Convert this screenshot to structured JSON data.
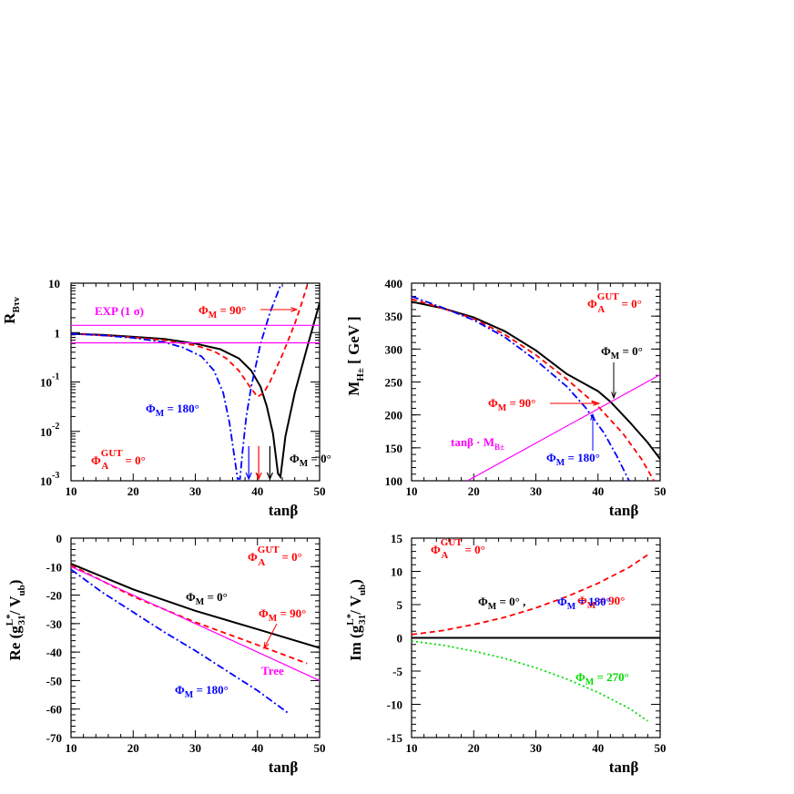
{
  "chart_data": [
    {
      "id": "rbtau",
      "type": "line",
      "ylabel": "R_Bτν",
      "xlabel": "tanβ",
      "xlim": [
        10,
        50
      ],
      "ylim": [
        0.001,
        10
      ],
      "yscale": "log",
      "x_ticks": [
        "10",
        "20",
        "30",
        "40",
        "50"
      ],
      "y_ticks": [
        "10",
        "1",
        "10^-1",
        "10^-2",
        "10^-3"
      ],
      "series": [
        {
          "name": "ΦM = 0°",
          "style": "solid",
          "color": "#000000",
          "x": [
            10,
            15,
            20,
            25,
            30,
            34,
            37,
            39,
            40.5,
            41.5,
            42.5,
            43.3,
            43.7,
            44.5,
            46,
            48,
            50
          ],
          "y": [
            0.95,
            0.9,
            0.82,
            0.74,
            0.6,
            0.46,
            0.3,
            0.17,
            0.08,
            0.032,
            0.009,
            0.0014,
            0.0012,
            0.008,
            0.06,
            0.5,
            4
          ]
        },
        {
          "name": "ΦM = 90°",
          "style": "dashed",
          "color": "#ff0000",
          "x": [
            10,
            15,
            20,
            25,
            30,
            33,
            35,
            37,
            38.5,
            40,
            41,
            42,
            44,
            46,
            47,
            48
          ],
          "y": [
            0.95,
            0.88,
            0.8,
            0.7,
            0.55,
            0.42,
            0.3,
            0.17,
            0.09,
            0.05,
            0.06,
            0.1,
            0.35,
            1.5,
            3.5,
            9
          ]
        },
        {
          "name": "ΦM = 180°",
          "style": "dashdot",
          "color": "#0000ff",
          "x": [
            10,
            15,
            20,
            25,
            28,
            31,
            33,
            34.5,
            35.5,
            36.3,
            36.8,
            37.2,
            37.6,
            38.2,
            39,
            40.5,
            42,
            43.7
          ],
          "y": [
            0.95,
            0.88,
            0.78,
            0.64,
            0.5,
            0.33,
            0.17,
            0.06,
            0.015,
            0.003,
            0.0011,
            0.0011,
            0.004,
            0.02,
            0.08,
            0.6,
            2.5,
            9
          ]
        },
        {
          "name": "EXP upper",
          "style": "solid",
          "color": "#ff00ff",
          "x": [
            10,
            50
          ],
          "y": [
            1.4,
            1.4
          ]
        },
        {
          "name": "EXP lower",
          "style": "solid",
          "color": "#ff00ff",
          "x": [
            10,
            50
          ],
          "y": [
            0.62,
            0.62
          ]
        }
      ],
      "annotations": [
        {
          "text": "EXP (1 σ)",
          "color": "#ff00ff"
        },
        {
          "text": "ΦM = 90°",
          "color": "#ff0000"
        },
        {
          "text": "ΦM = 180°",
          "color": "#0000ff"
        },
        {
          "text": "ΦM = 0°",
          "color": "#000000"
        },
        {
          "text": "ΦA = 0°",
          "sup": "GUT",
          "color": "#ff0000"
        }
      ],
      "markers": [
        {
          "x": 38.6,
          "color": "#0000ff"
        },
        {
          "x": 40.2,
          "color": "#ff0000"
        },
        {
          "x": 42.0,
          "color": "#000000"
        }
      ]
    },
    {
      "id": "mhpm",
      "type": "line",
      "ylabel": "MH± [ GeV ]",
      "xlabel": "tanβ",
      "xlim": [
        10,
        50
      ],
      "ylim": [
        100,
        400
      ],
      "x_ticks": [
        "10",
        "20",
        "30",
        "40",
        "50"
      ],
      "y_ticks": [
        "100",
        "150",
        "200",
        "250",
        "300",
        "350",
        "400"
      ],
      "series": [
        {
          "name": "ΦM = 0°",
          "style": "solid",
          "color": "#000000",
          "x": [
            10,
            15,
            20,
            25,
            30,
            35,
            40,
            42,
            45,
            48,
            50
          ],
          "y": [
            372,
            362,
            348,
            327,
            298,
            262,
            236,
            220,
            190,
            158,
            133
          ]
        },
        {
          "name": "ΦM = 90°",
          "style": "dashed",
          "color": "#ff0000",
          "x": [
            10,
            15,
            20,
            25,
            30,
            35,
            40,
            44,
            47,
            49
          ],
          "y": [
            376,
            362,
            346,
            322,
            291,
            254,
            213,
            172,
            133,
            100
          ]
        },
        {
          "name": "ΦM = 180°",
          "style": "dashdot",
          "color": "#0000ff",
          "x": [
            10,
            15,
            20,
            25,
            30,
            35,
            38,
            41,
            43,
            45
          ],
          "y": [
            380,
            363,
            344,
            318,
            283,
            243,
            211,
            172,
            138,
            100
          ]
        },
        {
          "name": "tanβ · MB±",
          "style": "solid",
          "color": "#ff00ff",
          "x": [
            19,
            50
          ],
          "y": [
            100,
            261
          ]
        }
      ],
      "annotations": [
        {
          "text": "ΦA = 0°",
          "sup": "GUT",
          "color": "#ff0000"
        },
        {
          "text": "ΦM = 0°",
          "color": "#000000"
        },
        {
          "text": "ΦM = 90°",
          "color": "#ff0000"
        },
        {
          "text": "tanβ · MB±",
          "color": "#ff00ff"
        },
        {
          "text": "ΦM = 180°",
          "color": "#0000ff"
        }
      ]
    },
    {
      "id": "reg31",
      "type": "line",
      "ylabel": "Re (gL*31/ Vub)",
      "xlabel": "tanβ",
      "xlim": [
        10,
        50
      ],
      "ylim": [
        -70,
        0
      ],
      "x_ticks": [
        "10",
        "20",
        "30",
        "40",
        "50"
      ],
      "y_ticks": [
        "0",
        "-10",
        "-20",
        "-30",
        "-40",
        "-50",
        "-60",
        "-70"
      ],
      "series": [
        {
          "name": "ΦM = 0°",
          "style": "solid",
          "color": "#000000",
          "x": [
            10,
            20,
            30,
            40,
            50
          ],
          "y": [
            -9,
            -18,
            -25.5,
            -32,
            -38.5
          ]
        },
        {
          "name": "ΦM = 90°",
          "style": "dashed",
          "color": "#ff0000",
          "x": [
            10,
            20,
            30,
            40,
            48
          ],
          "y": [
            -9.5,
            -20.5,
            -29.5,
            -37.5,
            -44
          ]
        },
        {
          "name": "ΦM = 180°",
          "style": "dashdot",
          "color": "#0000ff",
          "x": [
            10,
            15,
            20,
            25,
            30,
            35,
            40,
            45
          ],
          "y": [
            -11,
            -19,
            -26,
            -33,
            -39.5,
            -46.5,
            -53.5,
            -61.5
          ]
        },
        {
          "name": "Tree",
          "style": "solid",
          "color": "#ff00ff",
          "x": [
            10,
            50
          ],
          "y": [
            -10,
            -50
          ]
        }
      ],
      "annotations": [
        {
          "text": "ΦA = 0°",
          "sup": "GUT",
          "color": "#ff0000"
        },
        {
          "text": "ΦM = 0°",
          "color": "#000000"
        },
        {
          "text": "ΦM = 90°",
          "color": "#ff0000"
        },
        {
          "text": "Tree",
          "color": "#ff00ff"
        },
        {
          "text": "ΦM = 180°",
          "color": "#0000ff"
        }
      ]
    },
    {
      "id": "img31",
      "type": "line",
      "ylabel": "Im (gL*31/ Vub)",
      "xlabel": "tanβ",
      "xlim": [
        10,
        50
      ],
      "ylim": [
        -15,
        15
      ],
      "x_ticks": [
        "10",
        "20",
        "30",
        "40",
        "50"
      ],
      "y_ticks": [
        "15",
        "10",
        "5",
        "0",
        "-5",
        "-10",
        "-15"
      ],
      "series": [
        {
          "name": "ΦM = 90°",
          "style": "dashed",
          "color": "#ff0000",
          "x": [
            10,
            15,
            20,
            25,
            30,
            35,
            40,
            45,
            48
          ],
          "y": [
            0.5,
            1.1,
            2.0,
            3.1,
            4.5,
            6.2,
            8.2,
            10.6,
            12.5
          ]
        },
        {
          "name": "ΦM = 0°",
          "style": "solid",
          "color": "#000000",
          "x": [
            10,
            50
          ],
          "y": [
            0,
            0
          ]
        },
        {
          "name": "ΦM = 270°",
          "style": "dotted",
          "color": "#00dd00",
          "x": [
            10,
            15,
            20,
            25,
            30,
            35,
            40,
            45,
            48
          ],
          "y": [
            -0.5,
            -1.1,
            -2.0,
            -3.1,
            -4.5,
            -6.2,
            -8.2,
            -10.6,
            -12.5
          ]
        }
      ],
      "annotations": [
        {
          "text": "ΦA = 0°",
          "sup": "GUT",
          "color": "#ff0000"
        },
        {
          "text": "ΦM = 90°",
          "color": "#ff0000"
        },
        {
          "text": "ΦM = 0° ,",
          "color": "#000000"
        },
        {
          "text": "ΦM = 180°",
          "color": "#0000ff"
        },
        {
          "text": "ΦM = 270°",
          "color": "#00dd00"
        }
      ]
    }
  ]
}
